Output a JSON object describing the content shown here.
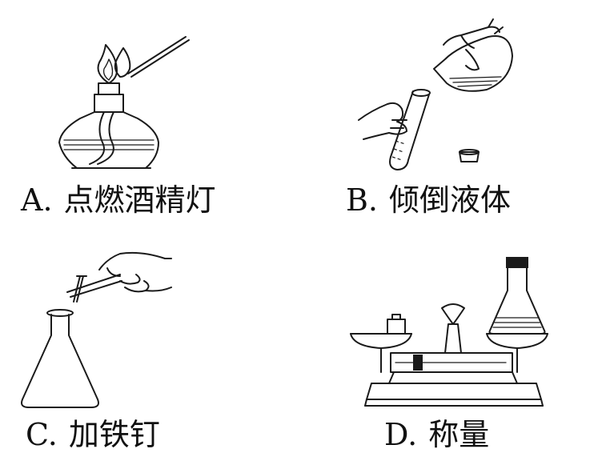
{
  "figures": [
    {
      "letter": "A.",
      "label": "点燃酒精灯",
      "icon": "alcohol-lamp-lighting-icon"
    },
    {
      "letter": "B.",
      "label": "倾倒液体",
      "icon": "pouring-liquid-icon"
    },
    {
      "letter": "C.",
      "label": "加铁钉",
      "icon": "adding-iron-nail-icon"
    },
    {
      "letter": "D.",
      "label": "称量",
      "icon": "balance-weighing-icon"
    }
  ],
  "colors": {
    "ink": "#1a1a1a",
    "background": "#ffffff"
  }
}
